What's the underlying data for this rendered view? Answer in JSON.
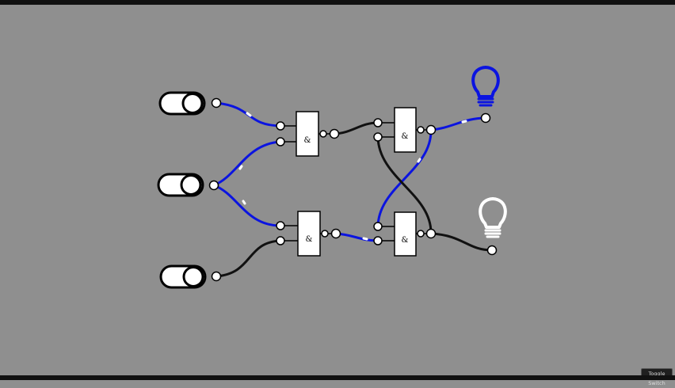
{
  "toolbar": {
    "toggle_switch_label": "Toggle Switch"
  },
  "circuit": {
    "gate_symbol": "&",
    "colors": {
      "active_wire": "#0b14e0",
      "inactive_wire": "#111111",
      "bulb_on": "#0b14e0",
      "bulb_off": "#ffffff",
      "gate_fill": "#ffffff",
      "background": "#8f8f8f"
    },
    "switches": [
      {
        "id": "switch-a",
        "state": "on"
      },
      {
        "id": "switch-b",
        "state": "on"
      },
      {
        "id": "switch-c",
        "state": "off"
      }
    ],
    "gates": [
      {
        "id": "gate-1",
        "type": "AND"
      },
      {
        "id": "gate-2",
        "type": "AND"
      },
      {
        "id": "gate-3",
        "type": "AND"
      },
      {
        "id": "gate-4",
        "type": "AND"
      }
    ],
    "bulbs": [
      {
        "id": "bulb-top",
        "state": "on"
      },
      {
        "id": "bulb-bottom",
        "state": "off"
      }
    ]
  }
}
